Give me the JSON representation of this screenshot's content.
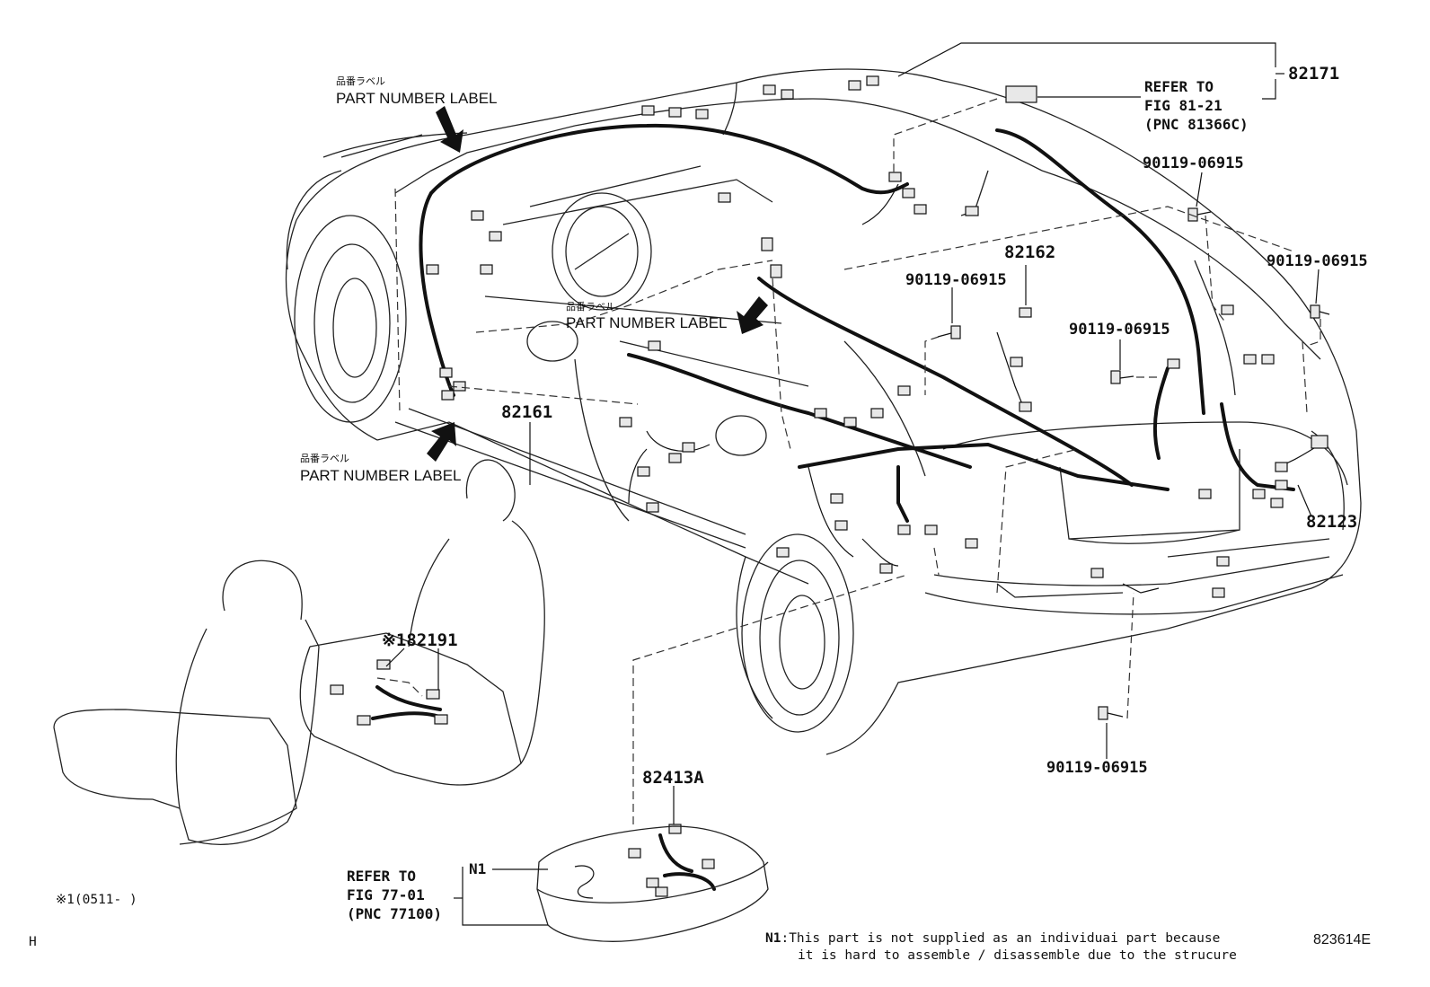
{
  "parts": {
    "p82171": "82171",
    "p82162": "82162",
    "p82161": "82161",
    "p82123": "82123",
    "p82191": "82191",
    "p82191_mark": "※1",
    "p82413A": "82413A",
    "b1": "90119-06915",
    "b2": "90119-06915",
    "b3": "90119-06915",
    "b4": "90119-06915",
    "b5": "90119-06915"
  },
  "labels": {
    "jp": "品番ラベル",
    "en": "PART NUMBER LABEL"
  },
  "refers": {
    "fig81": [
      "REFER TO",
      "FIG 81-21",
      "(PNC 81366C)"
    ],
    "fig77": [
      "REFER TO",
      "FIG 77-01",
      "(PNC 77100)"
    ],
    "n1": "N1"
  },
  "footer": {
    "note_id": "N1",
    "note_line1": ":This part is not supplied as an individuai part because",
    "note_line2": "it is hard to assemble / disassemble due to the strucure",
    "date_mark": "※1(0511-     )",
    "left_code": "H",
    "drawing_code": "823614E"
  }
}
